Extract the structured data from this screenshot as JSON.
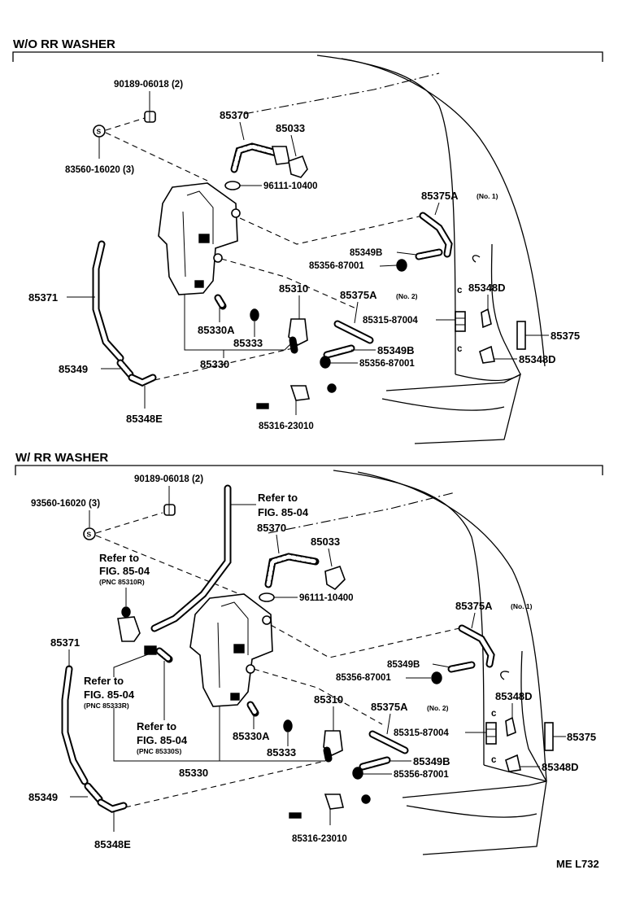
{
  "sections": {
    "top": {
      "title": "W/O RR  WASHER"
    },
    "bottom": {
      "title": "W/ RR  WASHER"
    }
  },
  "top_labels": {
    "p90189": "90189-06018 (2)",
    "p83560": "83560-16020 (3)",
    "p85370": "85370",
    "p85033": "85033",
    "p96111": "96111-10400",
    "p85375A_1": "85375A",
    "no1": "(No. 1)",
    "p85349B_a": "85349B",
    "p85356_a": "85356-87001",
    "p85371": "85371",
    "p85310": "85310",
    "p85375A_2": "85375A",
    "no2": "(No. 2)",
    "p85348D_a": "85348D",
    "p85315": "85315-87004",
    "p85330A": "85330A",
    "p85333": "85333",
    "p85375": "85375",
    "p85349B_b": "85349B",
    "p85356_b": "85356-87001",
    "p85348D_b": "85348D",
    "p85330": "85330",
    "p85349": "85349",
    "p85348E": "85348E",
    "p85316": "85316-23010",
    "s_symbol": "S",
    "c1": "c",
    "c2": "c"
  },
  "bottom_labels": {
    "p90189": "90189-06018 (2)",
    "p93560": "93560-16020 (3)",
    "ref1a": "Refer to",
    "ref1b": "FIG. 85-04",
    "p85370": "85370",
    "p85033": "85033",
    "ref2a": "Refer to",
    "ref2b": "FIG. 85-04",
    "ref2c": "(PNC 85310R)",
    "p96111": "96111-10400",
    "p85375A_1": "85375A",
    "no1": "(No. 1)",
    "p85371": "85371",
    "p85349B_a": "85349B",
    "p85356_a": "85356-87001",
    "ref3a": "Refer to",
    "ref3b": "FIG. 85-04",
    "ref3c": "(PNC 85333R)",
    "p85310": "85310",
    "p85348D_a": "85348D",
    "p85375A_2": "85375A",
    "no2": "(No. 2)",
    "ref4a": "Refer to",
    "ref4b": "FIG. 85-04",
    "ref4c": "(PNC 85330S)",
    "p85315": "85315-87004",
    "p85375": "85375",
    "p85330A": "85330A",
    "p85333": "85333",
    "p85349B_b": "85349B",
    "p85348D_b": "85348D",
    "p85330": "85330",
    "p85356_b": "85356-87001",
    "p85349": "85349",
    "p85348E": "85348E",
    "p85316": "85316-23010",
    "s_symbol": "S",
    "c1": "c",
    "c2": "c"
  },
  "footer": {
    "code": "ME  L732"
  }
}
